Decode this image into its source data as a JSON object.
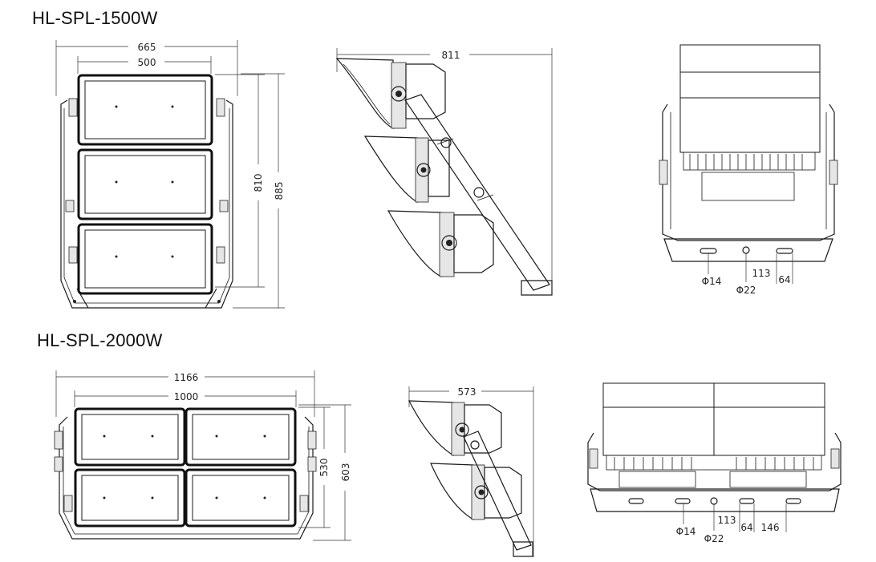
{
  "models": [
    {
      "name": "HL-SPL-1500W",
      "front_dims": {
        "outer_width": "665",
        "panel_width": "500",
        "panel_height": "810",
        "total_height": "885"
      },
      "side_dims": {
        "depth": "811"
      },
      "rear_dims": {
        "hole_large": "Φ14",
        "hole_center": "Φ22",
        "spacing": "113",
        "slot": "64"
      }
    },
    {
      "name": "HL-SPL-2000W",
      "front_dims": {
        "outer_width": "1166",
        "panel_width": "1000",
        "panel_height": "530",
        "total_height": "603"
      },
      "side_dims": {
        "depth": "573"
      },
      "rear_dims": {
        "hole_large": "Φ14",
        "hole_center": "Φ22",
        "spacing": "113",
        "slot": "64",
        "slot_spacing": "146"
      }
    }
  ]
}
